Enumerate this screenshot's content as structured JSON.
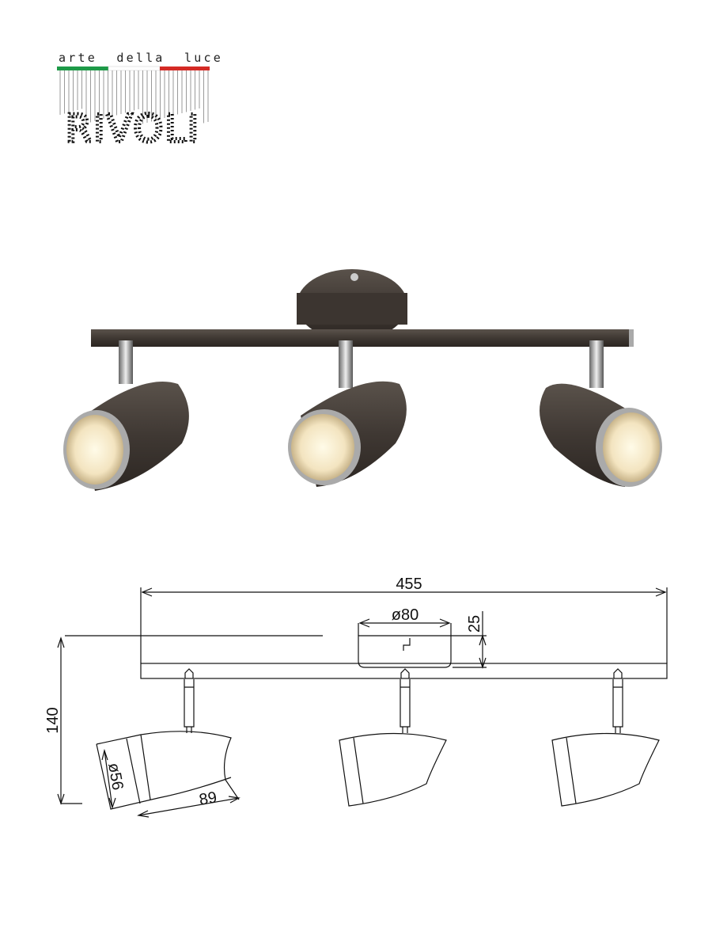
{
  "logo": {
    "tagline": "arte  della  luce",
    "brand": "RIVOLI",
    "colors": [
      "#1e9a48",
      "#ffffff",
      "#d42a25"
    ]
  },
  "drawing": {
    "dimensions": {
      "total_width": "455",
      "canopy_diameter": "ø80",
      "canopy_height": "25",
      "total_height": "140",
      "shade_diameter": "ø56",
      "shade_length": "89"
    }
  }
}
